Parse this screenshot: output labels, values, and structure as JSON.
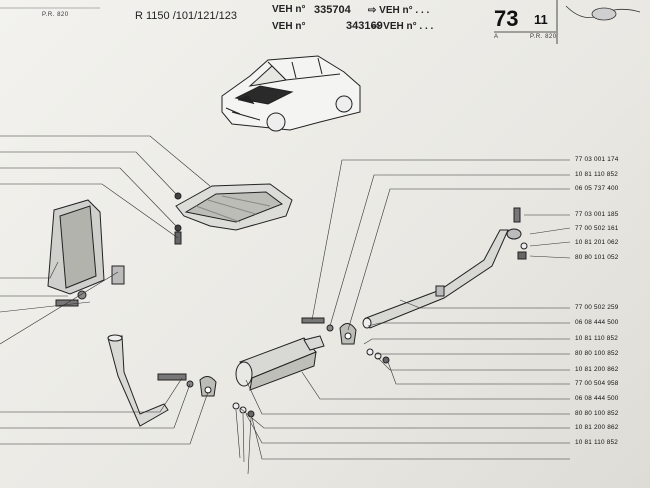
{
  "header": {
    "model_code": "R 1150 /101/121/123",
    "veh_label_1": "VEH n°",
    "veh_number_1": "335704",
    "veh_arrow_1": "⇨ VEH n° . . .",
    "veh_label_2": "VEH n°",
    "veh_number_2": "343169",
    "veh_arrow_2": "⇨ VEH n° . . .",
    "top_left_code": "P.R. 820",
    "page_number": "73",
    "page_sub": "11",
    "footer_left": "A",
    "footer_right": "P.R. 820"
  },
  "part_refs": [
    {
      "id": "r1",
      "text": "77 03 001 174"
    },
    {
      "id": "r2",
      "text": "10 81 110 852"
    },
    {
      "id": "r3",
      "text": "06 05 737 400"
    },
    {
      "id": "r4",
      "text": "77 03 001 185"
    },
    {
      "id": "r5",
      "text": "77 00 502 161"
    },
    {
      "id": "r6",
      "text": "10 81 201 062"
    },
    {
      "id": "r7",
      "text": "80 80 101 052"
    },
    {
      "id": "r8",
      "text": "77 00 502 259"
    },
    {
      "id": "r9",
      "text": "06 08 444 500"
    },
    {
      "id": "r10",
      "text": "10 81 110 852"
    },
    {
      "id": "r11",
      "text": "80 80 100 852"
    },
    {
      "id": "r12",
      "text": "10 81 200 862"
    },
    {
      "id": "r13",
      "text": "77 00 504 958"
    },
    {
      "id": "r14",
      "text": "06 08 444 500"
    },
    {
      "id": "r15",
      "text": "80 80 100 852"
    },
    {
      "id": "r16",
      "text": "10 81 200 862"
    },
    {
      "id": "r17",
      "text": "10 81 110 852"
    }
  ]
}
